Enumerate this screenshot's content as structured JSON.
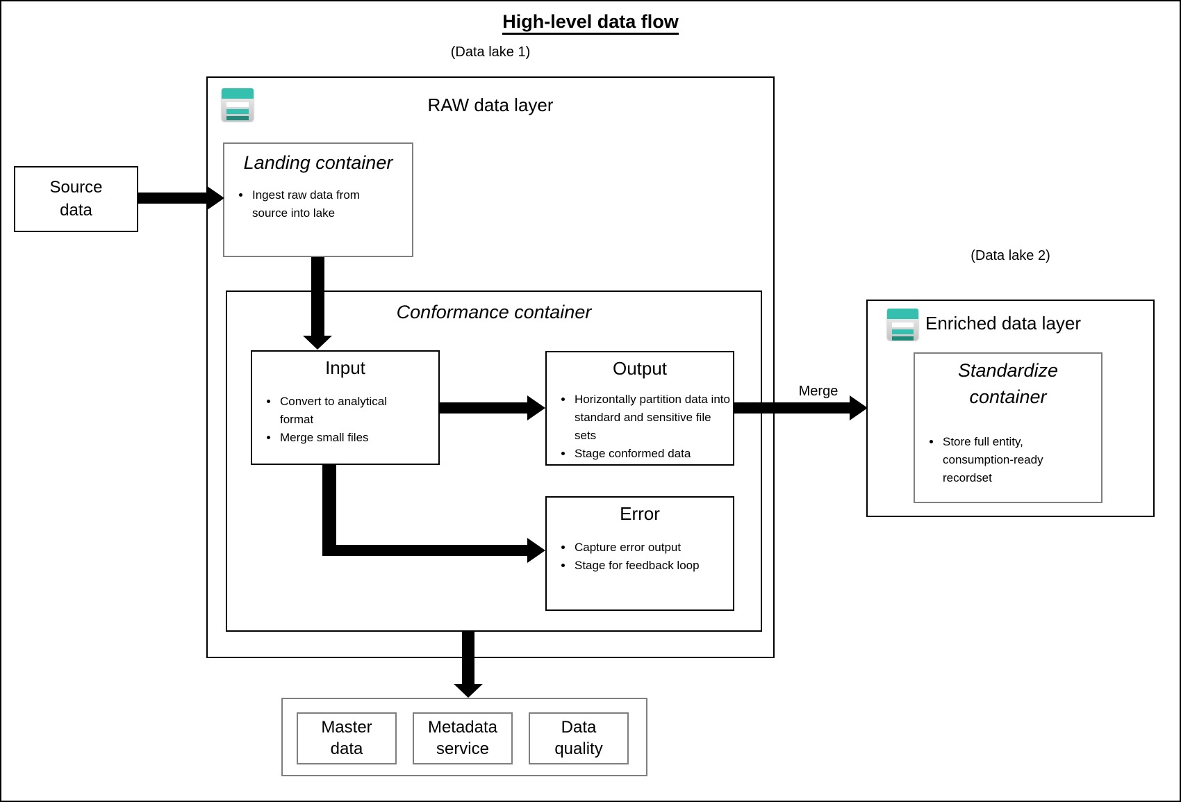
{
  "title": "High-level data flow",
  "colors": {
    "accent_teal": "#35bfae",
    "accent_teal_dark": "#1f8a79",
    "line_black": "#000000",
    "line_gray": "#7f7f7f"
  },
  "lakes": {
    "lake1_label": "(Data lake 1)",
    "lake2_label": "(Data lake 2)"
  },
  "source_box": {
    "line1": "Source",
    "line2": "data"
  },
  "raw_layer": {
    "title": "RAW data layer",
    "icon": "data-lake-icon",
    "landing": {
      "title": "Landing container",
      "bullets": [
        "Ingest raw data from source into lake"
      ]
    },
    "conformance": {
      "title": "Conformance container",
      "input": {
        "title": "Input",
        "bullets": [
          "Convert to analytical format",
          "Merge small files"
        ]
      },
      "output": {
        "title": "Output",
        "bullets": [
          "Horizontally partition data into standard and sensitive file sets",
          "Stage conformed data"
        ]
      },
      "error": {
        "title": "Error",
        "bullets": [
          "Capture error output",
          "Stage for feedback loop"
        ]
      }
    }
  },
  "merge_arrow_label": "Merge",
  "enriched_layer": {
    "title": "Enriched data layer",
    "icon": "data-lake-icon",
    "standardize": {
      "title_line1": "Standardize",
      "title_line2": "container",
      "bullets": [
        "Store full entity, consumption-ready recordset"
      ]
    }
  },
  "bottom_services": {
    "items": [
      {
        "line1": "Master",
        "line2": "data"
      },
      {
        "line1": "Metadata",
        "line2": "service"
      },
      {
        "line1": "Data",
        "line2": "quality"
      }
    ]
  }
}
